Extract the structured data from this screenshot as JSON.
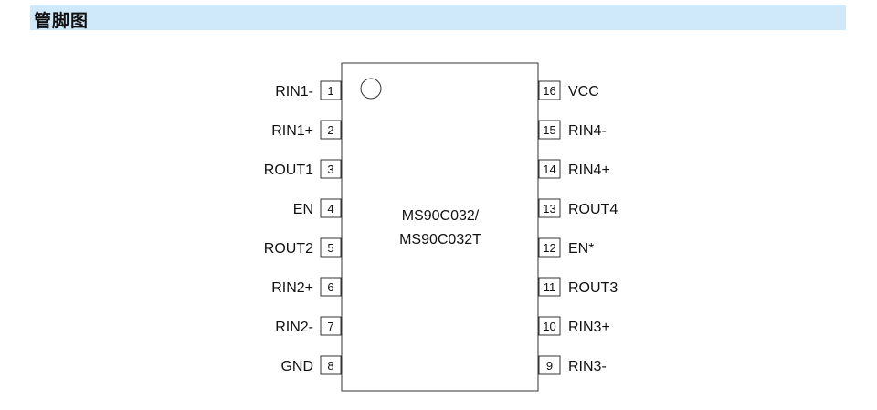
{
  "header": {
    "title": "管脚图"
  },
  "chip": {
    "part_line1": "MS90C032/",
    "part_line2": "MS90C032T"
  },
  "pins_left": [
    {
      "num": "1",
      "name": "RIN1-"
    },
    {
      "num": "2",
      "name": "RIN1+"
    },
    {
      "num": "3",
      "name": "ROUT1"
    },
    {
      "num": "4",
      "name": "EN"
    },
    {
      "num": "5",
      "name": "ROUT2"
    },
    {
      "num": "6",
      "name": "RIN2+"
    },
    {
      "num": "7",
      "name": "RIN2-"
    },
    {
      "num": "8",
      "name": "GND"
    }
  ],
  "pins_right": [
    {
      "num": "16",
      "name": "VCC"
    },
    {
      "num": "15",
      "name": "RIN4-"
    },
    {
      "num": "14",
      "name": "RIN4+"
    },
    {
      "num": "13",
      "name": "ROUT4"
    },
    {
      "num": "12",
      "name": "EN*"
    },
    {
      "num": "11",
      "name": "ROUT3"
    },
    {
      "num": "10",
      "name": "RIN3+"
    },
    {
      "num": "9",
      "name": "RIN3-"
    }
  ]
}
